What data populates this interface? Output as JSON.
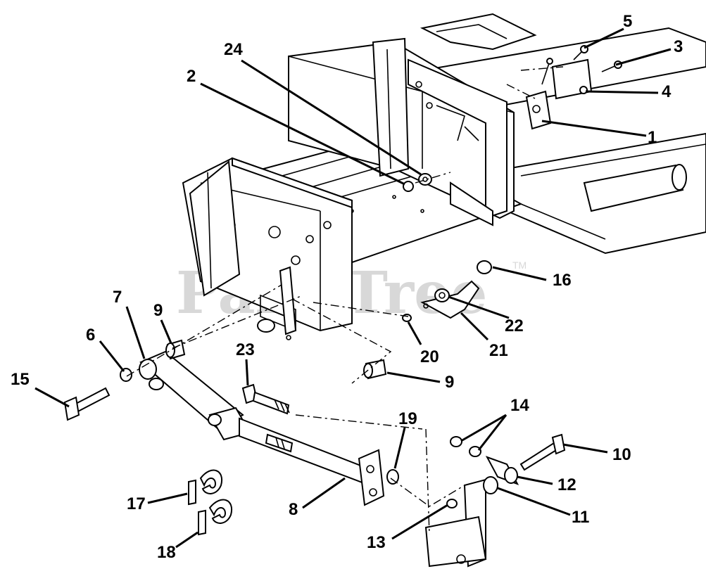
{
  "watermark": {
    "text": "PartsTree",
    "trademark": "TM"
  },
  "callouts": {
    "c1": "1",
    "c2": "2",
    "c3": "3",
    "c4": "4",
    "c5": "5",
    "c6": "6",
    "c7": "7",
    "c8": "8",
    "c9a": "9",
    "c9b": "9",
    "c10": "10",
    "c11": "11",
    "c12": "12",
    "c13": "13",
    "c14": "14",
    "c15": "15",
    "c16": "16",
    "c17": "17",
    "c18": "18",
    "c19": "19",
    "c20": "20",
    "c21": "21",
    "c22": "22",
    "c23": "23",
    "c24": "24"
  },
  "colors": {
    "line": "#000000",
    "background": "#ffffff",
    "watermark": "#d8d8d8"
  }
}
